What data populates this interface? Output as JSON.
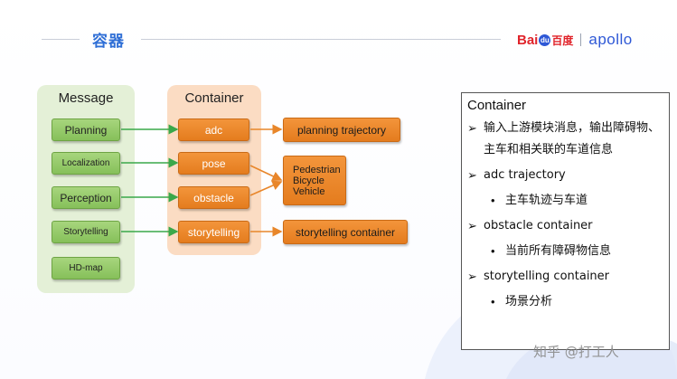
{
  "header": {
    "title": "容器",
    "logo_text": "Bai",
    "logo_paw": "du",
    "logo_cn": "百度",
    "brand": "apollo"
  },
  "diagram": {
    "message_group": {
      "title": "Message",
      "items": [
        "Planning",
        "Localization",
        "Perception",
        "Storytelling",
        "HD-map"
      ]
    },
    "container_group": {
      "title": "Container",
      "items": [
        "adc",
        "pose",
        "obstacle",
        "storytelling"
      ]
    },
    "outputs": {
      "planning_trajectory": "planning trajectory",
      "obstacle_types": [
        "Pedestrian",
        "Bicycle",
        "Vehicle"
      ],
      "storytelling_container": "storytelling container"
    }
  },
  "info_panel": {
    "title": "Container",
    "bullets": [
      {
        "text": "输入上游模块消息，输出障碍物、主车和相关联的车道信息"
      },
      {
        "text": "adc trajectory",
        "sub": "主车轨迹与车道"
      },
      {
        "text": "obstacle container",
        "sub": "当前所有障碍物信息"
      },
      {
        "text": "storytelling container",
        "sub": "场景分析"
      }
    ]
  },
  "watermark": "知乎 @打工人",
  "colors": {
    "title_blue": "#2f6fd6",
    "message_green": "#8cc462",
    "container_orange": "#ec8a2e",
    "arrow_green": "#3aa84a",
    "arrow_orange": "#e8862a"
  }
}
